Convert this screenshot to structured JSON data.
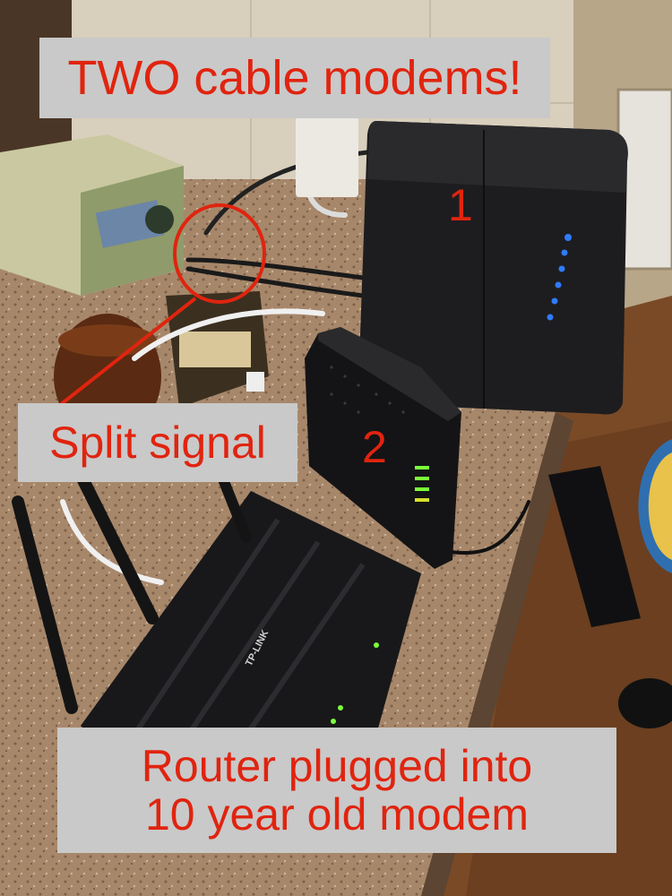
{
  "annotations": {
    "title": "TWO cable modems!",
    "split": "Split signal",
    "router_line1": "Router plugged into",
    "router_line2": "10 year old modem",
    "modem1_number": "1",
    "modem2_number": "2"
  },
  "printed_text": {
    "router_brand": "TP-LINK"
  },
  "colors": {
    "annotation_text": "#e0240f",
    "label_background": "#c9c9c9",
    "callout": "#e0240f",
    "led_blue": "#2f7bff",
    "led_green": "#7cff3a"
  }
}
